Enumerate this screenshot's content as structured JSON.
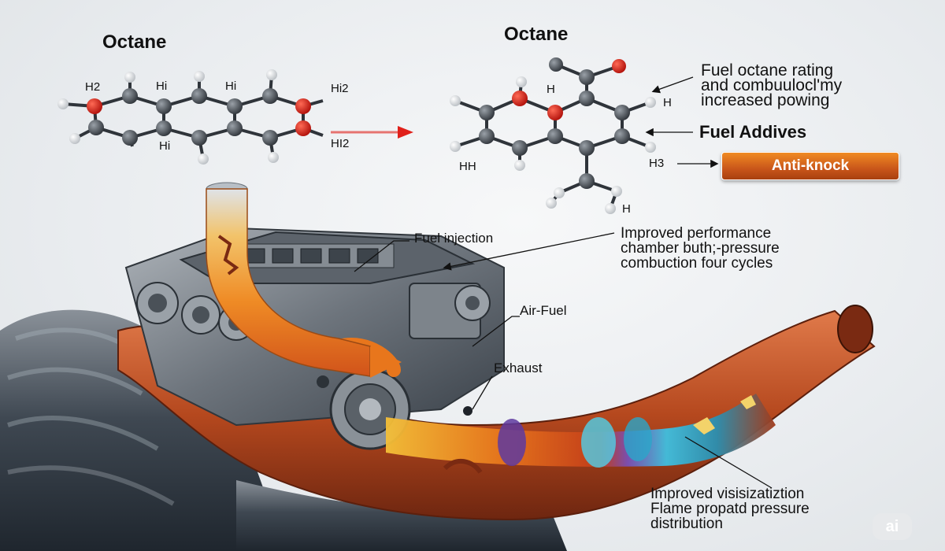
{
  "left_molecule": {
    "title": "Octane",
    "atom_labels": [
      "H2",
      "Hi",
      "Hi",
      "Hi2",
      "Hi",
      "HI2"
    ]
  },
  "right_molecule": {
    "title": "Octane",
    "atom_labels": [
      "H",
      "H",
      "HH",
      "H3",
      "H"
    ]
  },
  "callouts": {
    "octane_rating": "Fuel octane rating\nand combuulocl'my\nincreased powing",
    "fuel_additives": "Fuel Addives",
    "anti_knock": "Anti-knock",
    "fuel_injection": "Fuel injection",
    "improved_performance": "Improved performance\nchamber buth;-pressure\ncombuction four cycles",
    "air_fuel": "Air-Fuel",
    "exhaust": "Exhaust",
    "visualization": "Improved visisizatiztion\nFlame propatd pressure\ndistribution"
  },
  "watermark": "ai",
  "colors": {
    "carbon": "#4a4f55",
    "oxygen": "#d91c12",
    "hydrogen": "#e8eaec",
    "reaction_arrow": "#e0201a",
    "anti_knock_badge": "#d96a1c",
    "pipe_copper": "#b5481e"
  }
}
